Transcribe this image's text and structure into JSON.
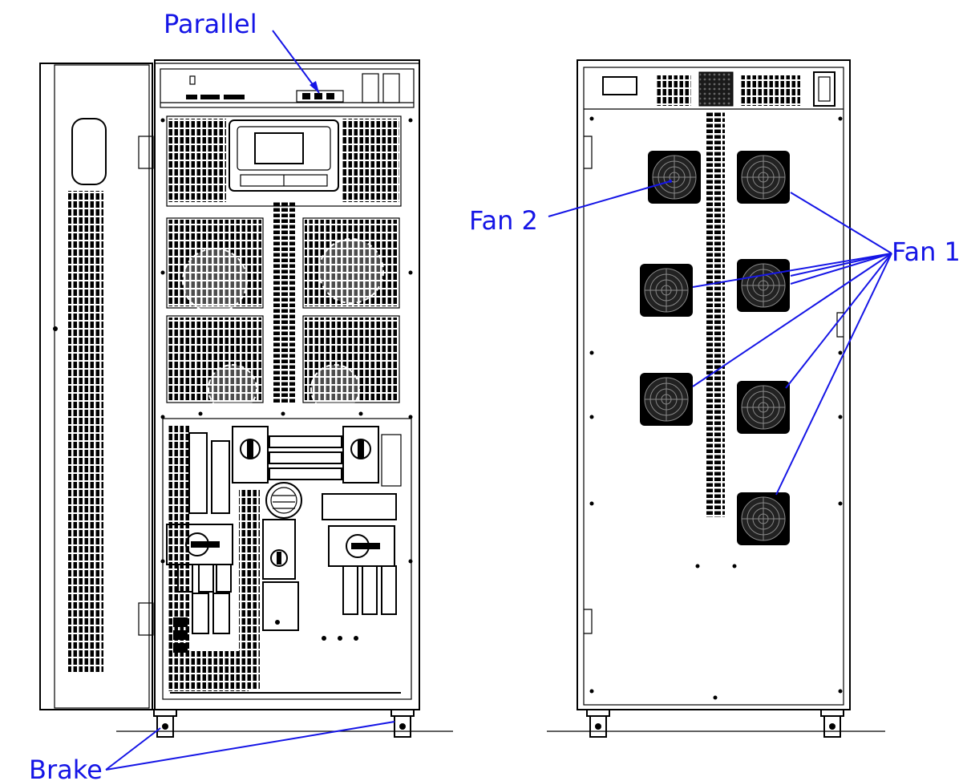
{
  "labels": {
    "parallel": "Parallel",
    "fan2": "Fan 2",
    "fan1": "Fan 1",
    "brake": "Brake"
  },
  "colors": {
    "callout": "#1515e6",
    "drawing": "#000000",
    "background": "#ffffff"
  }
}
